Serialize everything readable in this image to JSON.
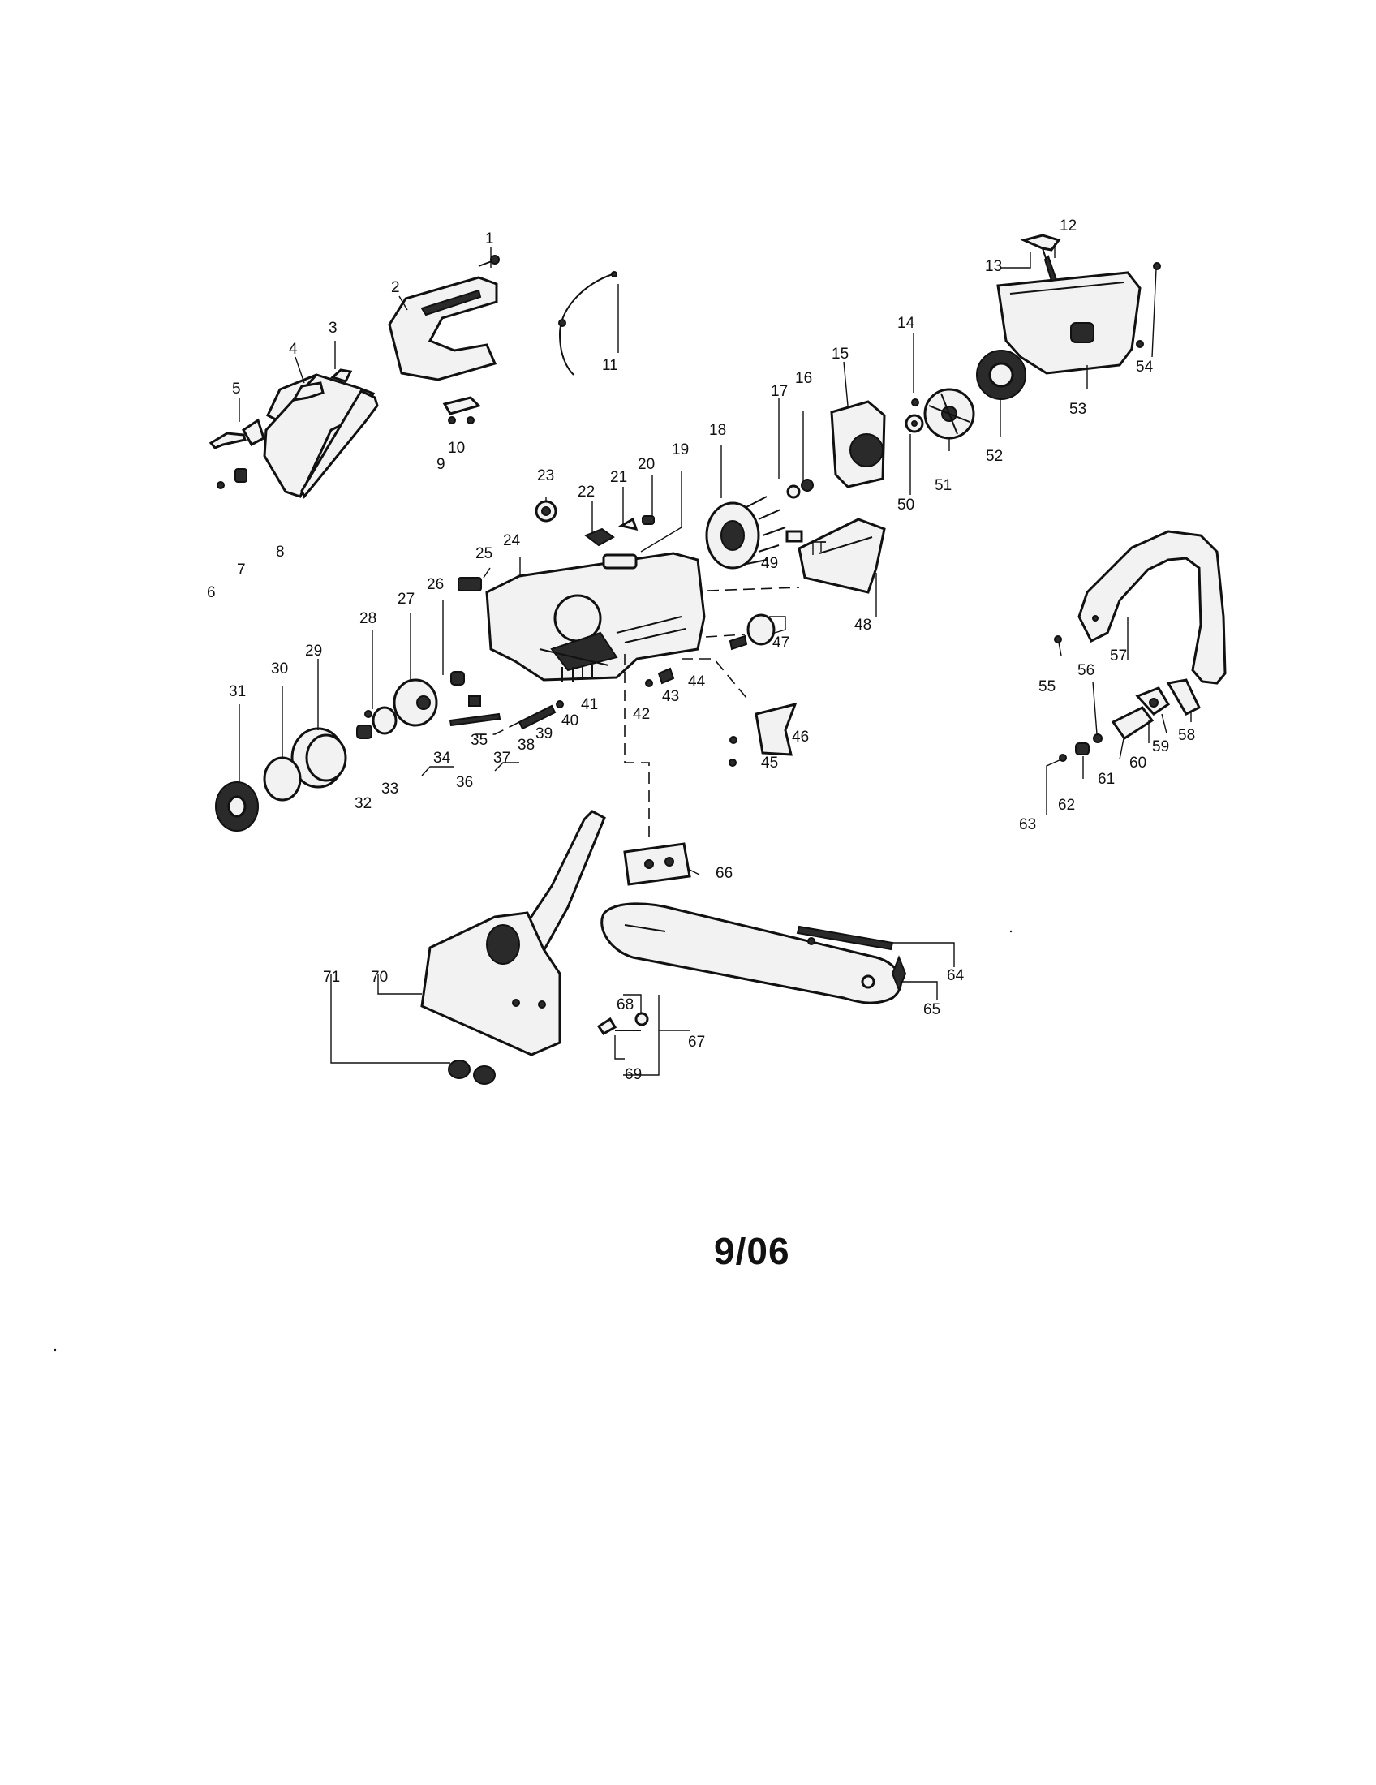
{
  "diagram": {
    "part_numbers": [
      "1",
      "2",
      "3",
      "4",
      "5",
      "6",
      "7",
      "8",
      "9",
      "10",
      "11",
      "12",
      "13",
      "14",
      "15",
      "16",
      "17",
      "18",
      "19",
      "20",
      "21",
      "22",
      "23",
      "24",
      "25",
      "26",
      "27",
      "28",
      "29",
      "30",
      "31",
      "32",
      "33",
      "34",
      "35",
      "36",
      "37",
      "38",
      "39",
      "40",
      "41",
      "42",
      "43",
      "44",
      "45",
      "46",
      "47",
      "48",
      "49",
      "50",
      "51",
      "52",
      "53",
      "54",
      "55",
      "56",
      "57",
      "58",
      "59",
      "60",
      "61",
      "62",
      "63",
      "64",
      "65",
      "66",
      "67",
      "68",
      "69",
      "70",
      "71"
    ]
  },
  "page_date": "9/06"
}
